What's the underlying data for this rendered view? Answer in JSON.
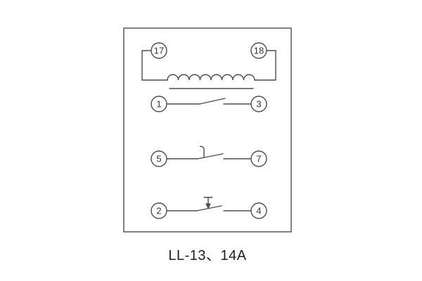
{
  "caption": "LL-13、14A",
  "colors": {
    "line": "#4d4d4d",
    "text": "#333333"
  },
  "terminals": {
    "t17": "17",
    "t18": "18",
    "t1": "1",
    "t3": "3",
    "t5": "5",
    "t7": "7",
    "t2": "2",
    "t4": "4"
  }
}
